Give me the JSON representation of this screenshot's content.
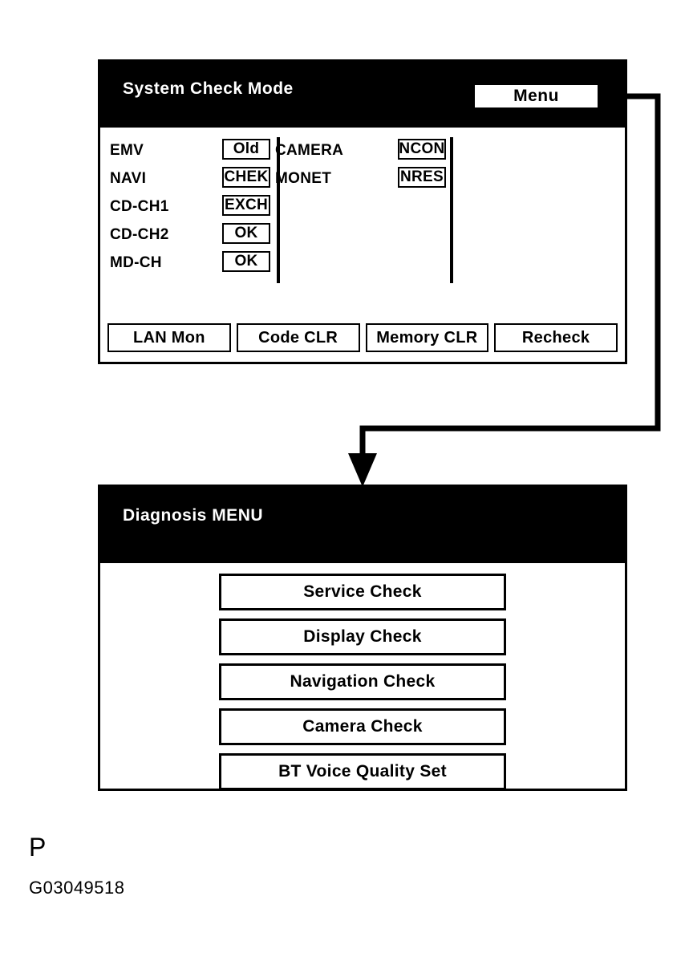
{
  "system_check": {
    "title": "System Check Mode",
    "menu_button_label": "Menu",
    "column_1": [
      {
        "label": "EMV",
        "status": "Old"
      },
      {
        "label": "NAVI",
        "status": "CHEK"
      },
      {
        "label": "CD-CH1",
        "status": "EXCH"
      },
      {
        "label": "CD-CH2",
        "status": "OK"
      },
      {
        "label": "MD-CH",
        "status": "OK"
      }
    ],
    "column_2": [
      {
        "label": "CAMERA",
        "status": "NCON"
      },
      {
        "label": "MONET",
        "status": "NRES"
      }
    ],
    "footer_buttons": [
      "LAN Mon",
      "Code CLR",
      "Memory CLR",
      "Recheck"
    ]
  },
  "diagnosis": {
    "title": "Diagnosis MENU",
    "menu_items": [
      "Service Check",
      "Display Check",
      "Navigation Check",
      "Camera Check",
      "BT Voice Quality Set"
    ]
  },
  "caption": {
    "letter": "P",
    "figure_code": "G03049518"
  },
  "colors": {
    "background": "#ffffff",
    "foreground": "#000000",
    "header_background": "#000000",
    "header_text": "#ffffff"
  }
}
